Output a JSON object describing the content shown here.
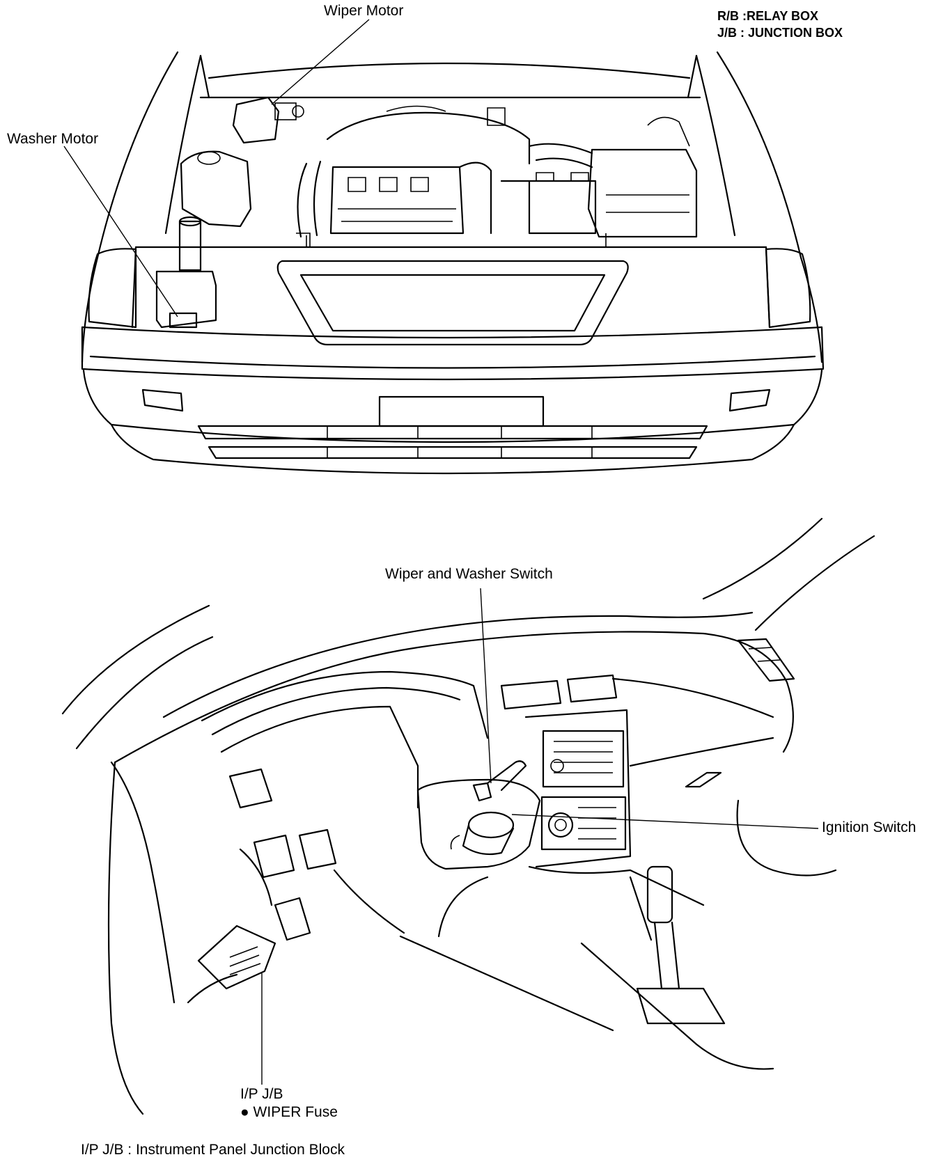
{
  "legend": {
    "rb": "R/B :RELAY BOX",
    "jb": "J/B : JUNCTION BOX"
  },
  "labels": {
    "wiper_motor": "Wiper Motor",
    "washer_motor": "Washer Motor",
    "wiper_washer_switch": "Wiper and Washer Switch",
    "ignition_switch": "Ignition Switch",
    "ip_jb": "I/P J/B",
    "wiper_fuse": "● WIPER Fuse"
  },
  "footnote": "I/P J/B : Instrument Panel Junction Block"
}
